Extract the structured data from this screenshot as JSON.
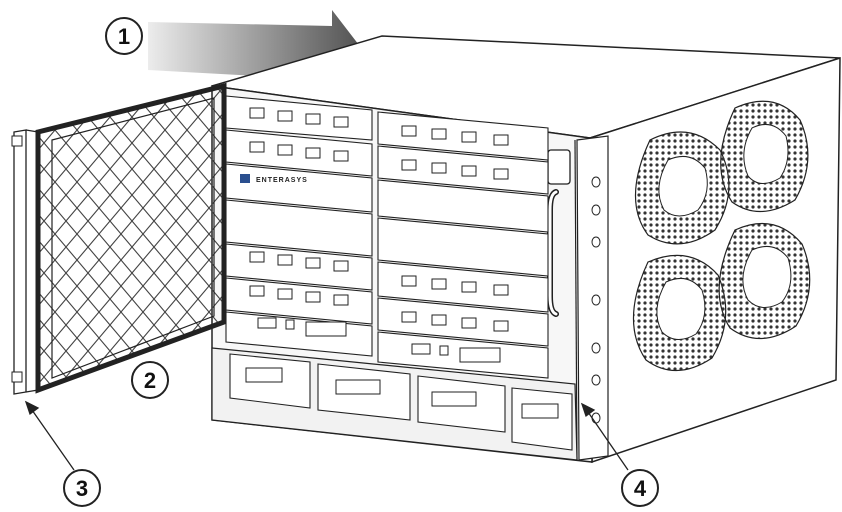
{
  "callouts": [
    {
      "id": "1",
      "label": "1"
    },
    {
      "id": "2",
      "label": "2"
    },
    {
      "id": "3",
      "label": "3"
    },
    {
      "id": "4",
      "label": "4"
    }
  ],
  "chassis": {
    "brand_logo_text": "ENTERASYS",
    "airflow_arrow_icon": "airflow-arrow-icon",
    "fan_vents_icon": "fan-vent-icon",
    "colors": {
      "line": "#222222",
      "panel": "#f4f4f4",
      "arrow_dark": "#555555",
      "arrow_light": "#e6e6e6",
      "logo_blue": "#2a4f8f"
    }
  }
}
